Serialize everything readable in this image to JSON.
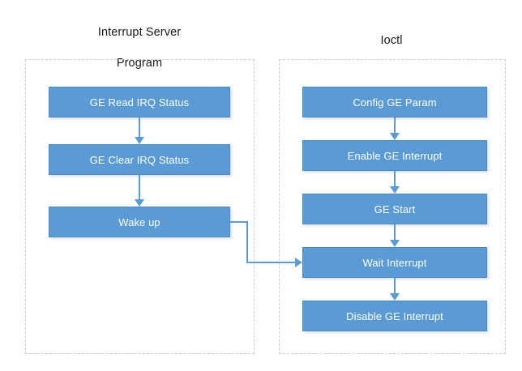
{
  "diagram": {
    "type": "flowchart",
    "background_color": "#ffffff",
    "node_fill_color": "#5b9bd5",
    "node_text_color": "#ffffff",
    "connector_color": "#5b9bd5",
    "container_border_color": "#c9ccd6",
    "title_text_color": "#1a1a1a",
    "groups": [
      {
        "id": "interrupt-server-program",
        "title": "Interrupt Server\nProgram",
        "title_line1": "Interrupt Server",
        "title_line2": "Program",
        "nodes": [
          {
            "id": "ge-read-irq-status",
            "label": "GE Read IRQ Status"
          },
          {
            "id": "ge-clear-irq-status",
            "label": "GE Clear IRQ Status"
          },
          {
            "id": "wake-up",
            "label": "Wake up"
          }
        ]
      },
      {
        "id": "ioctl",
        "title": "Ioctl",
        "title_line1": "Ioctl",
        "title_line2": "",
        "nodes": [
          {
            "id": "config-ge-param",
            "label": "Config GE Param"
          },
          {
            "id": "enable-ge-interrupt",
            "label": "Enable GE Interrupt"
          },
          {
            "id": "ge-start",
            "label": "GE Start"
          },
          {
            "id": "wait-interrupt",
            "label": "Wait Interrupt"
          },
          {
            "id": "disable-ge-interrupt",
            "label": "Disable GE Interrupt"
          }
        ]
      }
    ],
    "edges": [
      {
        "from": "ge-read-irq-status",
        "to": "ge-clear-irq-status",
        "style": "straight-down-arrow"
      },
      {
        "from": "ge-clear-irq-status",
        "to": "wake-up",
        "style": "straight-down-arrow"
      },
      {
        "from": "config-ge-param",
        "to": "enable-ge-interrupt",
        "style": "straight-down-arrow"
      },
      {
        "from": "enable-ge-interrupt",
        "to": "ge-start",
        "style": "straight-down-arrow"
      },
      {
        "from": "ge-start",
        "to": "wait-interrupt",
        "style": "straight-down-arrow"
      },
      {
        "from": "wait-interrupt",
        "to": "disable-ge-interrupt",
        "style": "straight-down-arrow"
      },
      {
        "from": "wake-up",
        "to": "wait-interrupt",
        "style": "elbow-right-arrow"
      }
    ]
  }
}
